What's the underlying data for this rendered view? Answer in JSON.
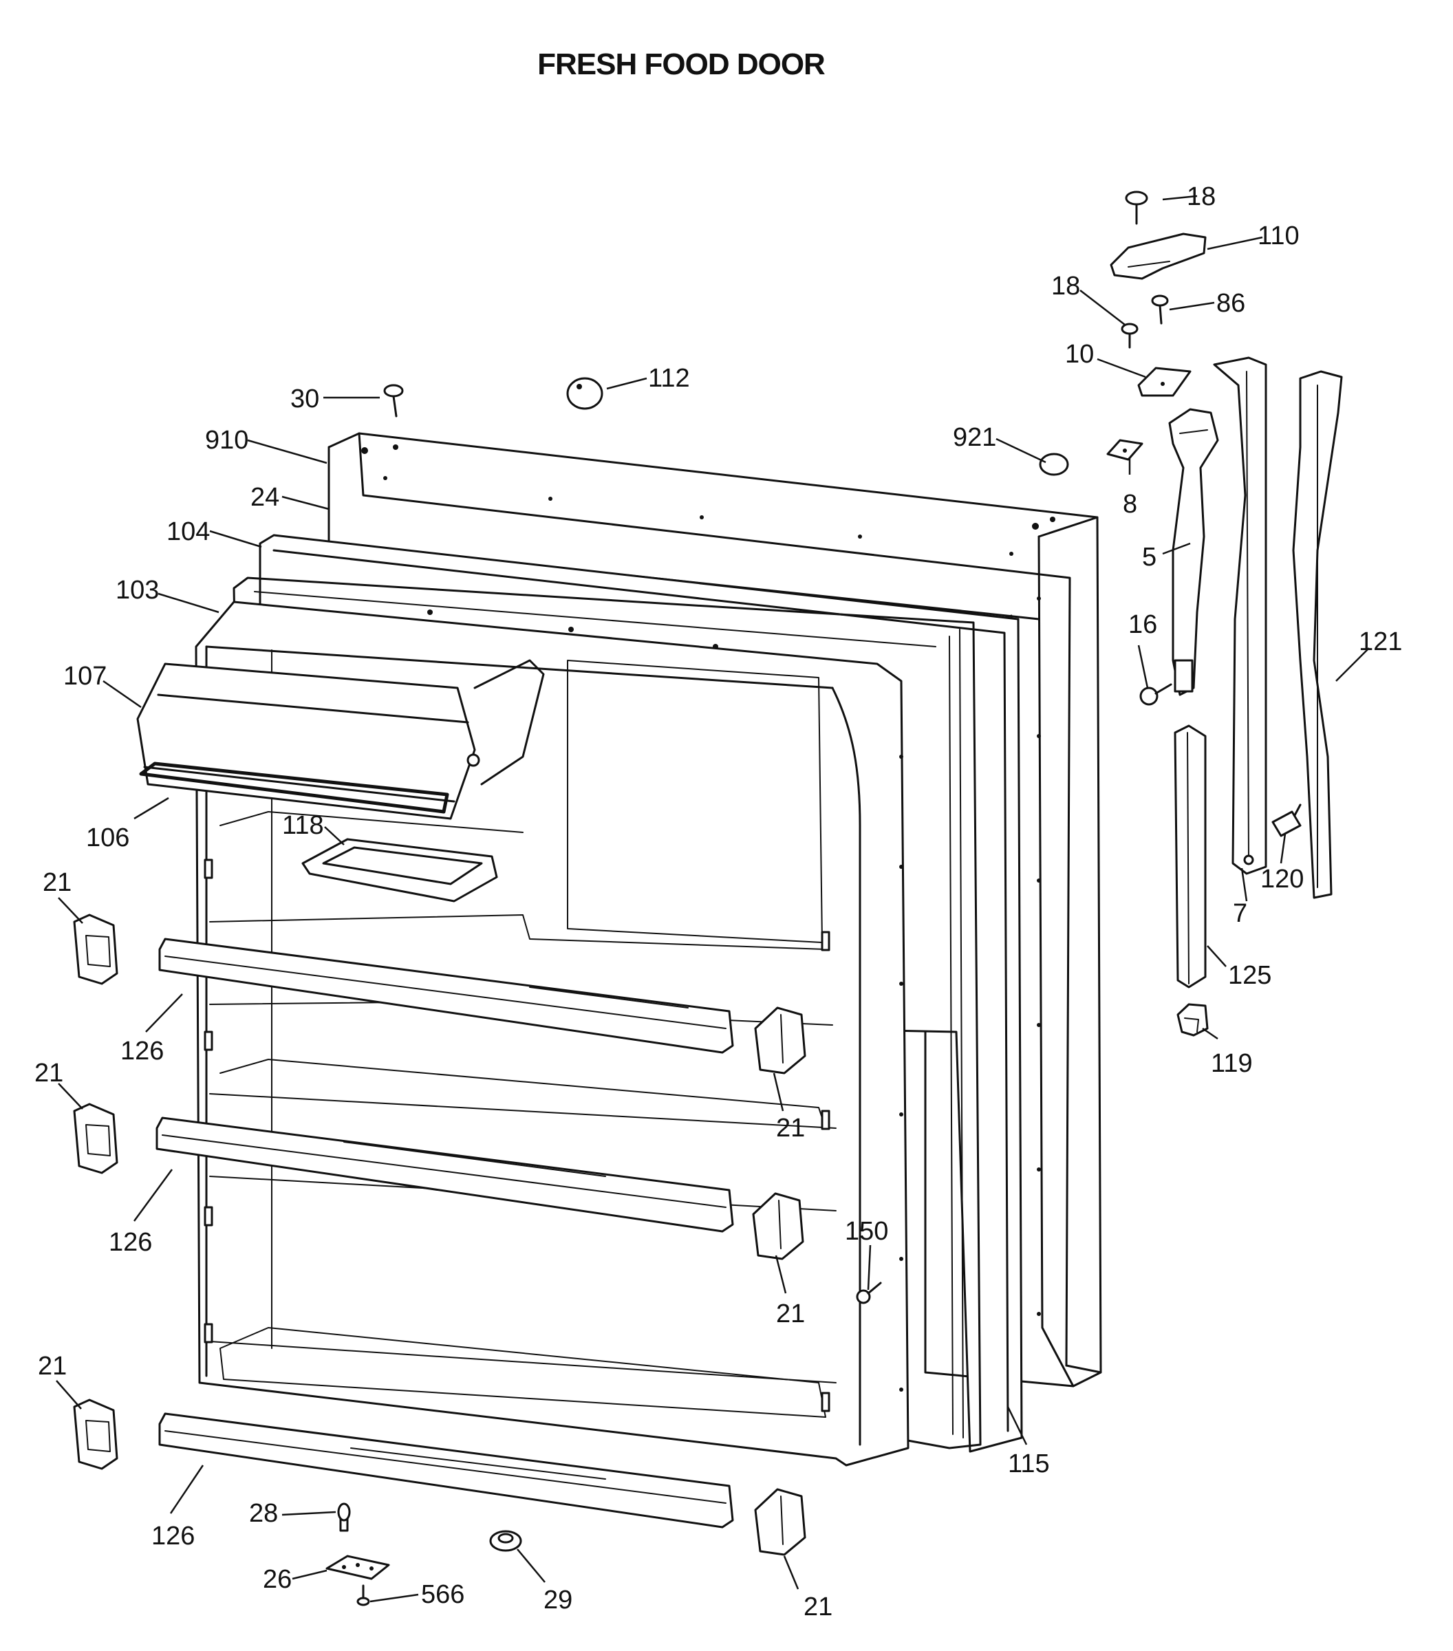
{
  "title": "FRESH FOOD DOOR",
  "callouts": [
    {
      "id": "18-top",
      "label": "18"
    },
    {
      "id": "110",
      "label": "110"
    },
    {
      "id": "18-mid",
      "label": "18"
    },
    {
      "id": "86",
      "label": "86"
    },
    {
      "id": "10",
      "label": "10"
    },
    {
      "id": "112",
      "label": "112"
    },
    {
      "id": "30",
      "label": "30"
    },
    {
      "id": "910",
      "label": "910"
    },
    {
      "id": "921",
      "label": "921"
    },
    {
      "id": "24",
      "label": "24"
    },
    {
      "id": "8",
      "label": "8"
    },
    {
      "id": "104",
      "label": "104"
    },
    {
      "id": "5",
      "label": "5"
    },
    {
      "id": "103",
      "label": "103"
    },
    {
      "id": "16",
      "label": "16"
    },
    {
      "id": "121",
      "label": "121"
    },
    {
      "id": "107",
      "label": "107"
    },
    {
      "id": "106",
      "label": "106"
    },
    {
      "id": "118",
      "label": "118"
    },
    {
      "id": "120",
      "label": "120"
    },
    {
      "id": "21-a",
      "label": "21"
    },
    {
      "id": "7",
      "label": "7"
    },
    {
      "id": "125",
      "label": "125"
    },
    {
      "id": "126-a",
      "label": "126"
    },
    {
      "id": "119",
      "label": "119"
    },
    {
      "id": "21-b",
      "label": "21"
    },
    {
      "id": "21-c",
      "label": "21"
    },
    {
      "id": "150",
      "label": "150"
    },
    {
      "id": "126-b",
      "label": "126"
    },
    {
      "id": "21-d",
      "label": "21"
    },
    {
      "id": "21-e",
      "label": "21"
    },
    {
      "id": "115",
      "label": "115"
    },
    {
      "id": "28",
      "label": "28"
    },
    {
      "id": "126-c",
      "label": "126"
    },
    {
      "id": "26",
      "label": "26"
    },
    {
      "id": "29",
      "label": "29"
    },
    {
      "id": "566",
      "label": "566"
    },
    {
      "id": "21-f",
      "label": "21"
    }
  ]
}
